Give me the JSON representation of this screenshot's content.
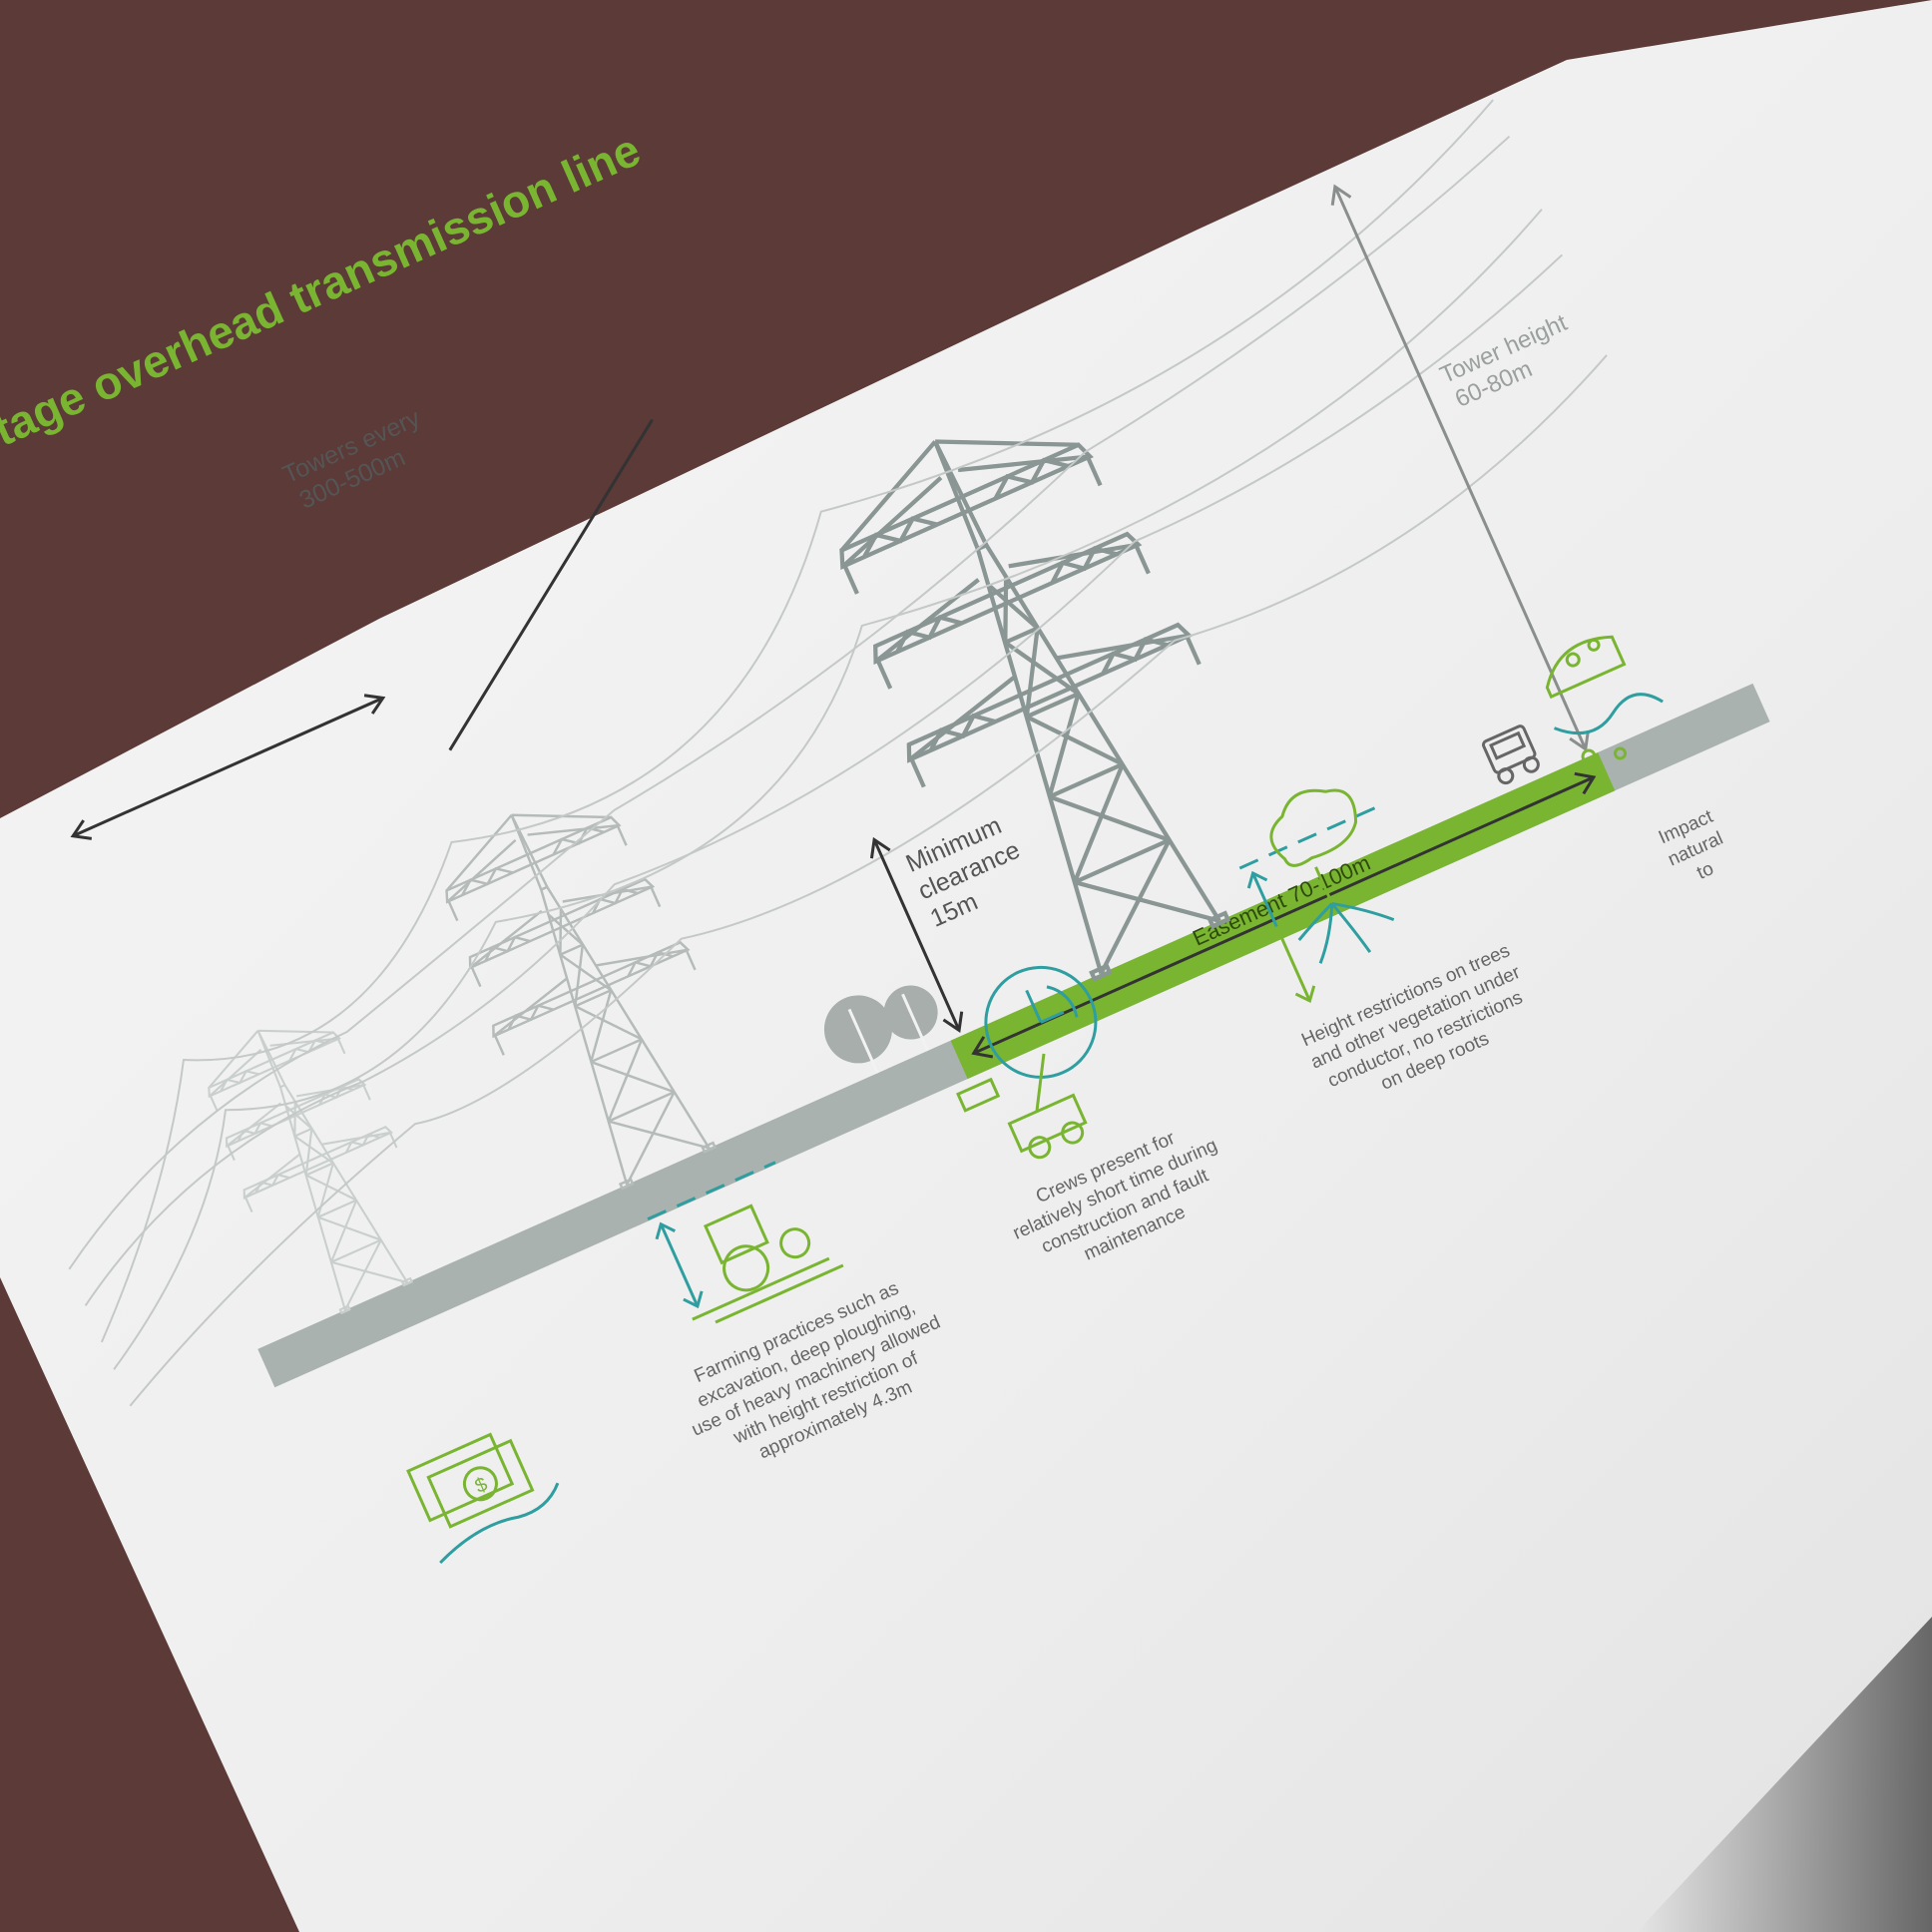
{
  "diagram": {
    "title": "Typical high voltage overhead transmission line",
    "tower_spacing": {
      "line1": "Towers every",
      "line2": "300-500m"
    },
    "tower_height": {
      "line1": "Tower height",
      "line2": "60-80m"
    },
    "clearance": {
      "line1": "Minimum",
      "line2": "clearance",
      "line3": "15m"
    },
    "easement": "Easement 70-100m"
  },
  "impacts": [
    {
      "icon": "money-hand-icon",
      "lines": []
    },
    {
      "icon": "tractor-icon",
      "lines": [
        "Farming practices such as",
        "excavation, deep ploughing,",
        "use of heavy machinery allowed",
        "with height restriction of",
        "approximately 4.3m"
      ]
    },
    {
      "icon": "crew-clock-icon",
      "lines": [
        "Crews present for",
        "relatively short time during",
        "construction and fault",
        "maintenance"
      ]
    },
    {
      "icon": "tree-roots-icon",
      "lines": [
        "Height restrictions on trees",
        "and other vegetation under",
        "conductor, no restrictions",
        "on deep roots"
      ]
    },
    {
      "icon": "wheelbarrow-icon",
      "lines": [
        "Impact",
        "natural",
        "to"
      ]
    }
  ],
  "colors": {
    "accent_green": "#7ab532",
    "teal": "#2f9ea0",
    "tower_grey": "#8a9694",
    "ground_grey": "#a9b2ae",
    "background": "#5b3a37"
  }
}
